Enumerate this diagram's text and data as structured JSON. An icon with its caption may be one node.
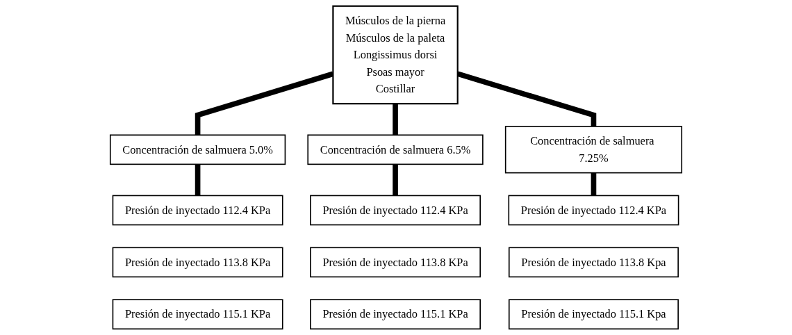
{
  "diagram": {
    "nodes": [
      {
        "text": [
          "Músculos de la pierna",
          "Músculos de la paleta",
          "Longissimus dorsi",
          "Psoas mayor",
          "Costillar"
        ]
      },
      {
        "text": [
          "Concentración de salmuera 5.0%"
        ]
      },
      {
        "text": [
          "Concentración de salmuera 6.5%"
        ]
      },
      {
        "text": [
          "Concentración de salmuera 7.25%"
        ]
      },
      {
        "text": [
          "Presión de inyectado 112.4 KPa"
        ]
      },
      {
        "text": [
          "Presión de inyectado 113.8 KPa"
        ]
      },
      {
        "text": [
          "Presión de inyectado 115.1 KPa"
        ]
      },
      {
        "text": [
          "Presión de inyectado 112.4 KPa"
        ]
      },
      {
        "text": [
          "Presión de inyectado 113.8 KPa"
        ]
      },
      {
        "text": [
          "Presión de inyectado 115.1 KPa"
        ]
      },
      {
        "text": [
          "Presión de inyectado 112.4 KPa"
        ]
      },
      {
        "text": [
          "Presión de inyectado 113.8 Kpa"
        ]
      },
      {
        "text": [
          "Presión de inyectado 115.1 Kpa"
        ]
      }
    ],
    "edges": [
      {
        "from": 0,
        "to": 1,
        "arrow": "none"
      },
      {
        "from": 0,
        "to": 2,
        "arrow": "none"
      },
      {
        "from": 0,
        "to": 3,
        "arrow": "none"
      },
      {
        "from": 1,
        "to": 4,
        "arrow": "none"
      },
      {
        "from": 2,
        "to": 7,
        "arrow": "none"
      },
      {
        "from": 3,
        "to": 10,
        "arrow": "none"
      }
    ]
  }
}
